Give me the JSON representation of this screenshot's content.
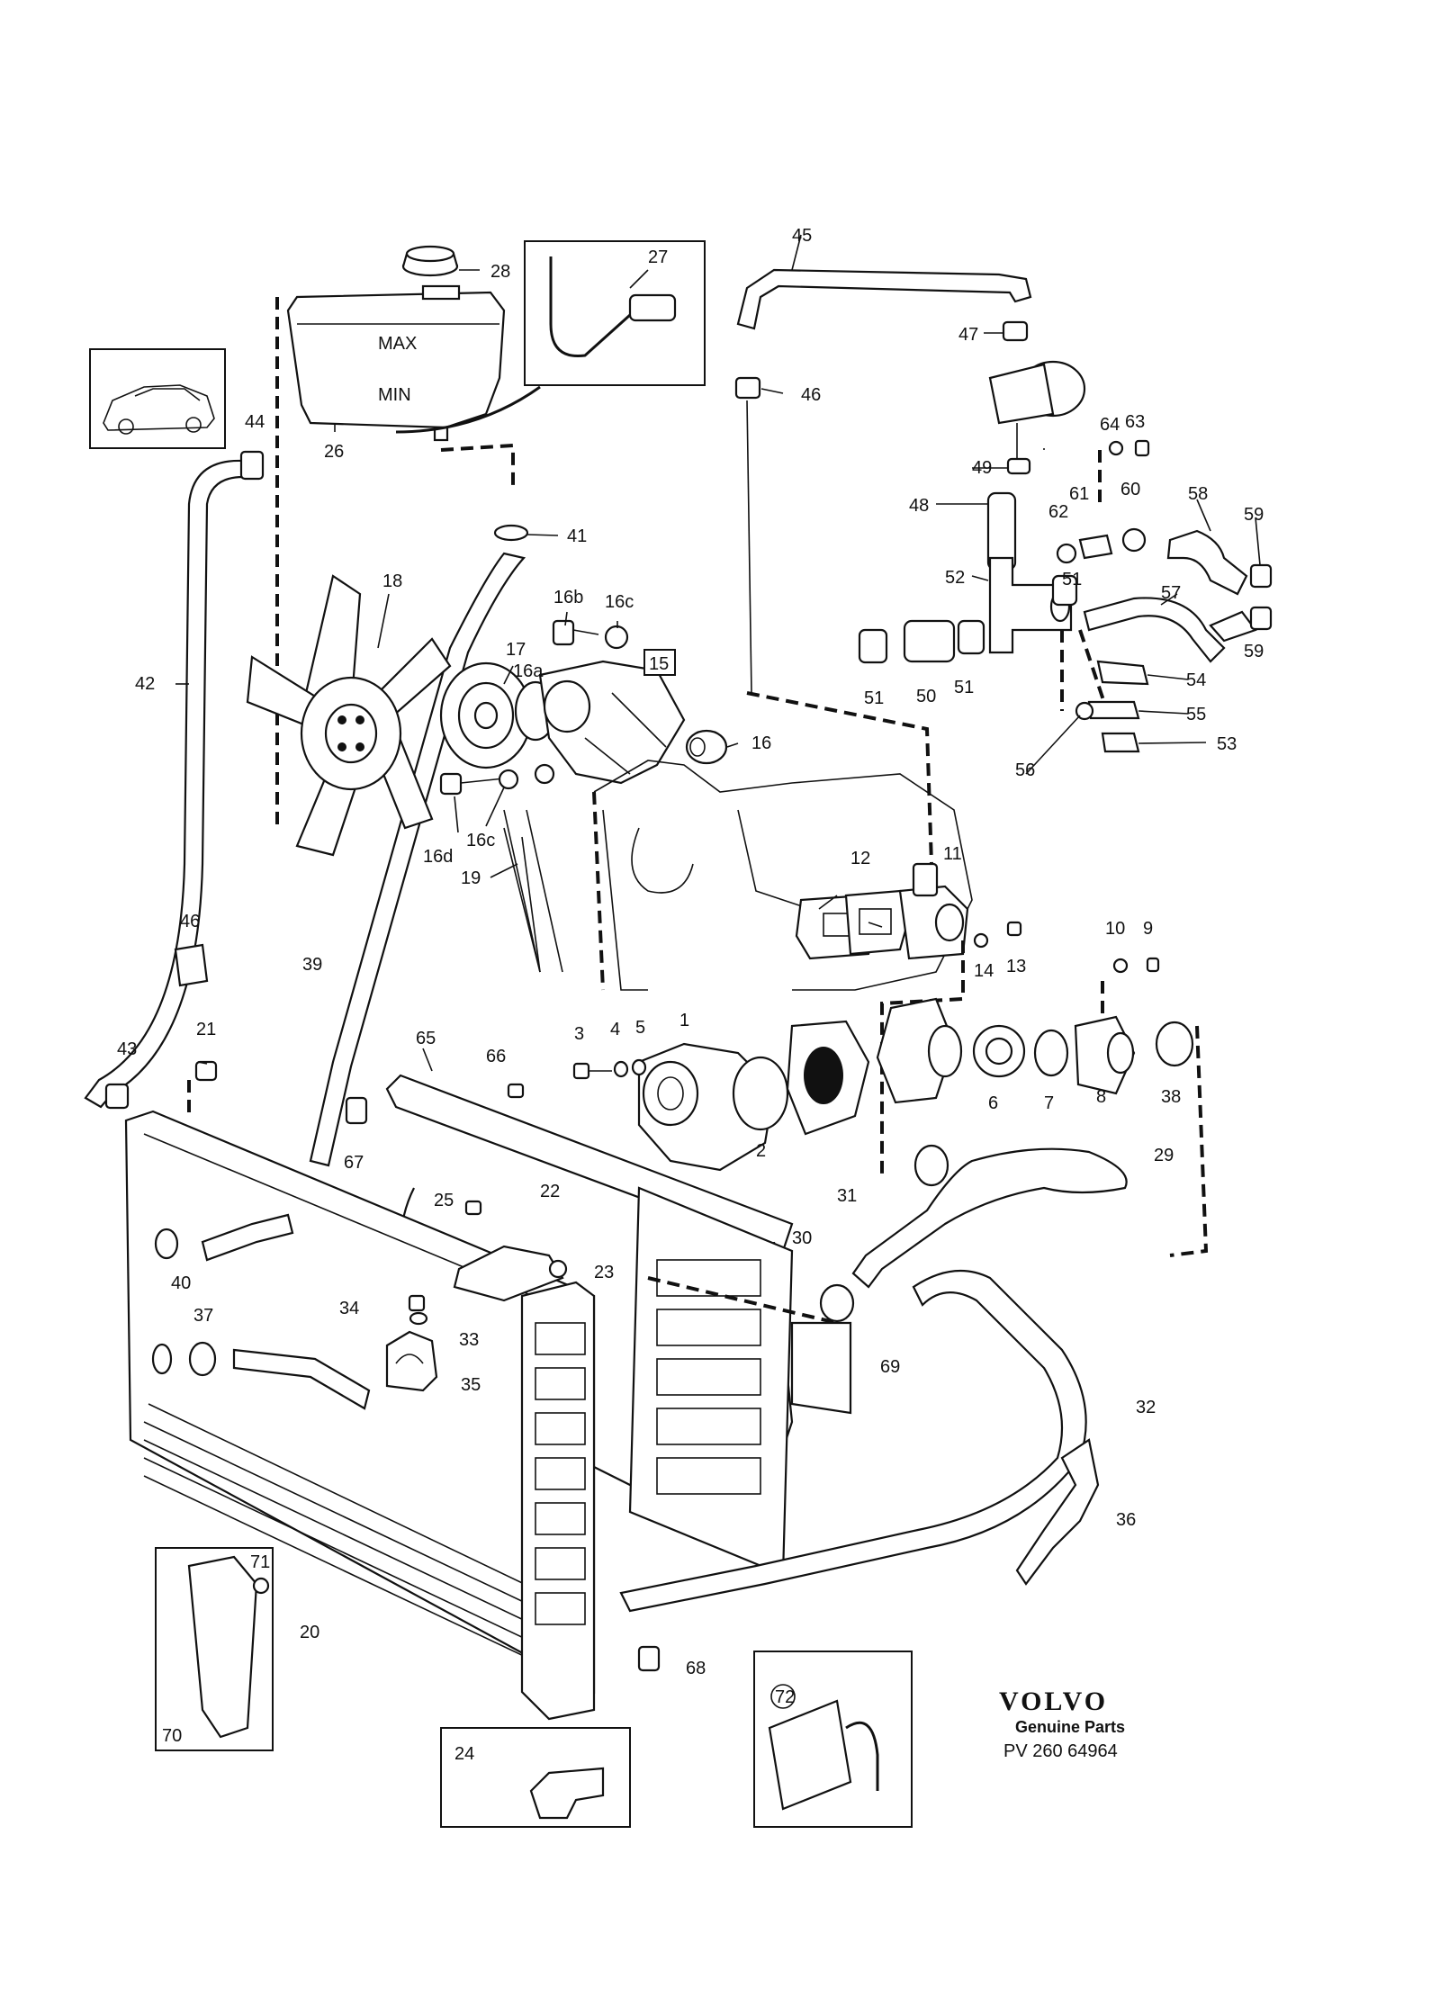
{
  "diagram": {
    "part_labels": [
      "1",
      "2",
      "3",
      "4",
      "5",
      "6",
      "7",
      "8",
      "9",
      "10",
      "11",
      "12",
      "13",
      "14",
      "15",
      "16",
      "16a",
      "16b",
      "16c",
      "16c",
      "16d",
      "17",
      "18",
      "19",
      "20",
      "21",
      "22",
      "23",
      "24",
      "25",
      "26",
      "27",
      "28",
      "29",
      "30",
      "31",
      "32",
      "33",
      "34",
      "35",
      "36",
      "37",
      "38",
      "39",
      "40",
      "41",
      "42",
      "43",
      "44",
      "45",
      "46",
      "46",
      "47",
      "48",
      "49",
      "50",
      "51",
      "51",
      "51",
      "52",
      "53",
      "54",
      "55",
      "56",
      "57",
      "58",
      "59",
      "59",
      "60",
      "61",
      "62",
      "63",
      "64",
      "65",
      "66",
      "67",
      "68",
      "69",
      "70",
      "71",
      "72"
    ],
    "tank_markings": {
      "max": "MAX",
      "min": "MIN"
    }
  },
  "brand": {
    "name": "VOLVO",
    "subtitle": "Genuine Parts",
    "part_number": "PV 260 64964"
  }
}
